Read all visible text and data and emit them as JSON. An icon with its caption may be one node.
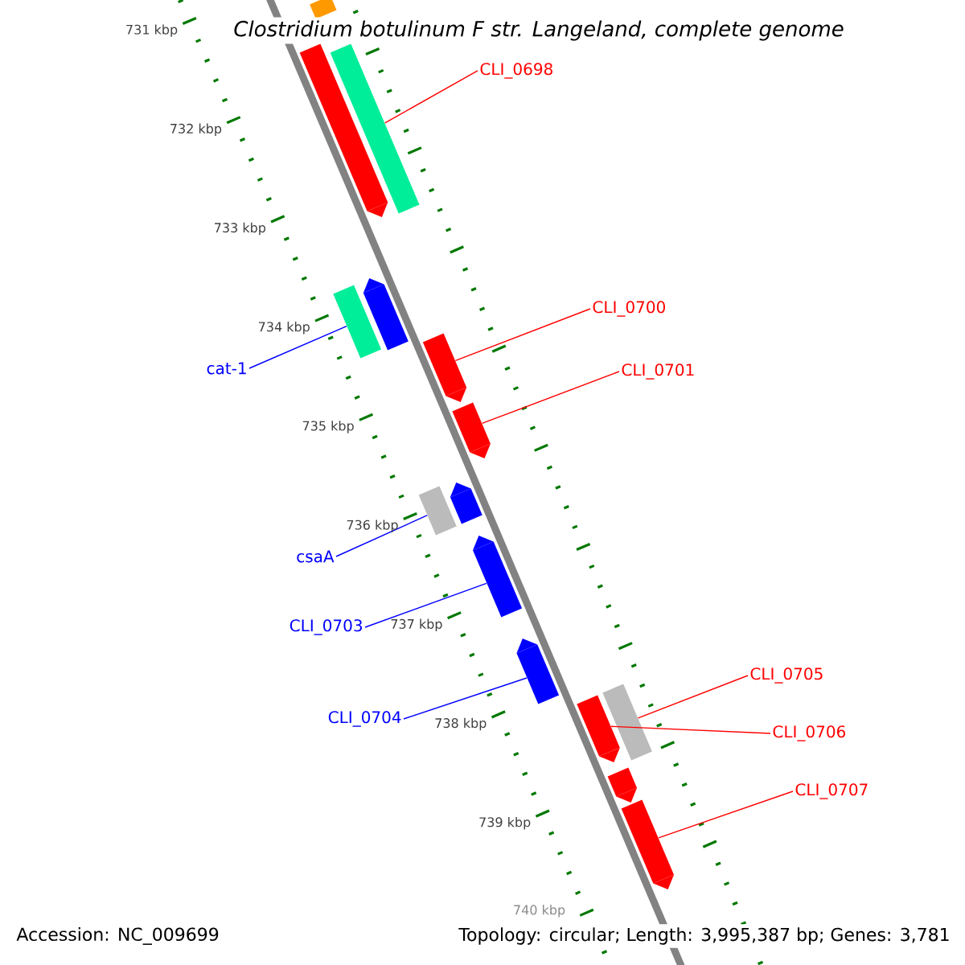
{
  "diagram": {
    "title": "Clostridium botulinum F str. Langeland, complete genome",
    "nodes": [
      {
        "text": [],
        "shape": "bar"
      },
      {
        "text": [],
        "shape": "arrow"
      },
      {
        "text": [],
        "shape": "bar"
      },
      {
        "text": [],
        "shape": "bar"
      },
      {
        "text": [],
        "shape": "arrow"
      },
      {
        "text": [],
        "shape": "arrow"
      },
      {
        "text": [],
        "shape": "arrow"
      },
      {
        "text": [],
        "shape": "bar"
      },
      {
        "text": [],
        "shape": "arrow"
      },
      {
        "text": [],
        "shape": "arrow"
      },
      {
        "text": [],
        "shape": "arrow"
      },
      {
        "text": [],
        "shape": "arrow"
      },
      {
        "text": [],
        "shape": "bar"
      },
      {
        "text": [],
        "shape": "arrow"
      },
      {
        "text": [],
        "shape": "arrow"
      },
      {
        "text": [
          "CLI_0698"
        ]
      },
      {
        "text": [
          "cat-1"
        ]
      },
      {
        "text": [
          "CLI_0700"
        ]
      },
      {
        "text": [
          "CLI_0701"
        ]
      },
      {
        "text": [
          "csaA"
        ]
      },
      {
        "text": [
          "CLI_0703"
        ]
      },
      {
        "text": [
          "CLI_0704"
        ]
      },
      {
        "text": [
          "CLI_0705"
        ]
      },
      {
        "text": [
          "CLI_0706"
        ]
      },
      {
        "text": [
          "CLI_0707"
        ]
      }
    ],
    "edges": [
      {
        "from": 15,
        "to": 2,
        "arrow": "none"
      },
      {
        "from": 16,
        "to": 3,
        "arrow": "none",
        "color": "#0000ff"
      },
      {
        "from": 17,
        "to": 5,
        "arrow": "none"
      },
      {
        "from": 18,
        "to": 6,
        "arrow": "none"
      },
      {
        "from": 19,
        "to": 7,
        "arrow": "none",
        "color": "#0000ff"
      },
      {
        "from": 20,
        "to": 9,
        "arrow": "none",
        "color": "#0000ff"
      },
      {
        "from": 21,
        "to": 10,
        "arrow": "none",
        "color": "#0000ff"
      },
      {
        "from": 22,
        "to": 12,
        "arrow": "none"
      },
      {
        "from": 23,
        "to": 11,
        "arrow": "none"
      },
      {
        "from": 24,
        "to": 14,
        "arrow": "none"
      }
    ],
    "labels": [
      "731 kbp",
      "732 kbp",
      "733 kbp",
      "734 kbp",
      "735 kbp",
      "736 kbp",
      "737 kbp",
      "738 kbp",
      "739 kbp",
      "740 kbp",
      "Accession: NC_009699",
      "Topology: circular; Length: 3,995,387 bp; Genes: 3,781"
    ]
  }
}
